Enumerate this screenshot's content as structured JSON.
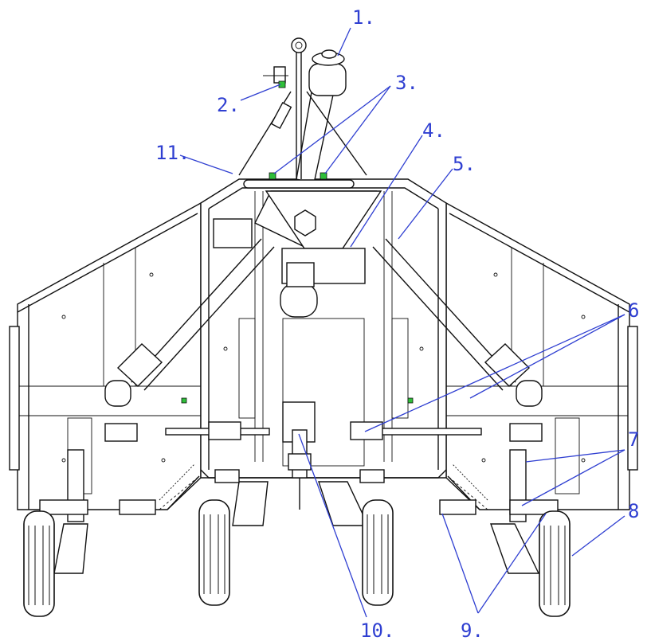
{
  "diagram": {
    "type": "exploded parts drawing of a rotary mower (front view)",
    "callouts": [
      {
        "id": "c1",
        "label": "1."
      },
      {
        "id": "c2",
        "label": "2."
      },
      {
        "id": "c3",
        "label": "3."
      },
      {
        "id": "c4",
        "label": "4."
      },
      {
        "id": "c5",
        "label": "5."
      },
      {
        "id": "c6",
        "label": "6"
      },
      {
        "id": "c7",
        "label": "7"
      },
      {
        "id": "c8",
        "label": "8"
      },
      {
        "id": "c9",
        "label": "9."
      },
      {
        "id": "c10",
        "label": "10."
      },
      {
        "id": "c11",
        "label": "11."
      }
    ],
    "colors": {
      "callout": "#2f3fd1",
      "line_art": "#111111",
      "grease_fitting": "#2fbf3a",
      "background": "#ffffff"
    }
  }
}
